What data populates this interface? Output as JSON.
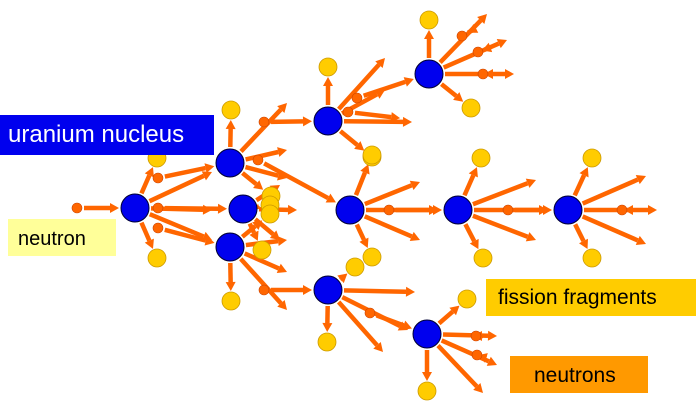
{
  "labels": {
    "uranium": "uranium nucleus",
    "neutron": "neutron",
    "fission": "fission fragments",
    "neutrons": "neutrons"
  },
  "colors": {
    "nucleus": "#0000ee",
    "fragment": "#ffcc00",
    "neutron": "#ff6600",
    "arrow": "#ff6600",
    "uranium_box": "#0000ee",
    "uranium_text": "#ffffff",
    "neutron_box": "#ffff99",
    "neutron_text": "#000000",
    "fission_box": "#ffcc00",
    "fission_text": "#000000",
    "neutrons_box": "#ff9900",
    "neutrons_text": "#000000"
  }
}
